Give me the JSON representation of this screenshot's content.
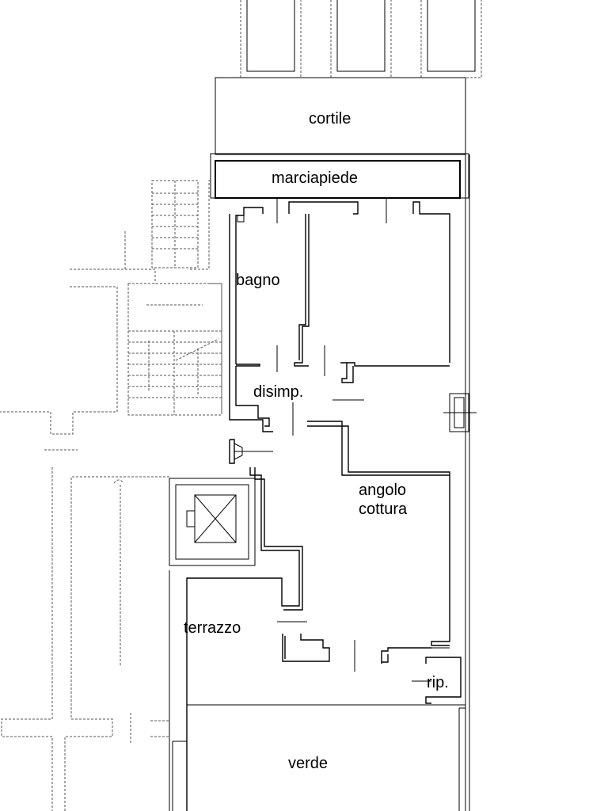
{
  "rooms": {
    "cortile": "cortile",
    "marciapiede": "marciapiede",
    "bagno": "bagno",
    "disimp": "disimp.",
    "angolo_line1": "angolo",
    "angolo_line2": "cottura",
    "terrazzo": "terrazzo",
    "rip": "rip.",
    "verde": "verde"
  }
}
